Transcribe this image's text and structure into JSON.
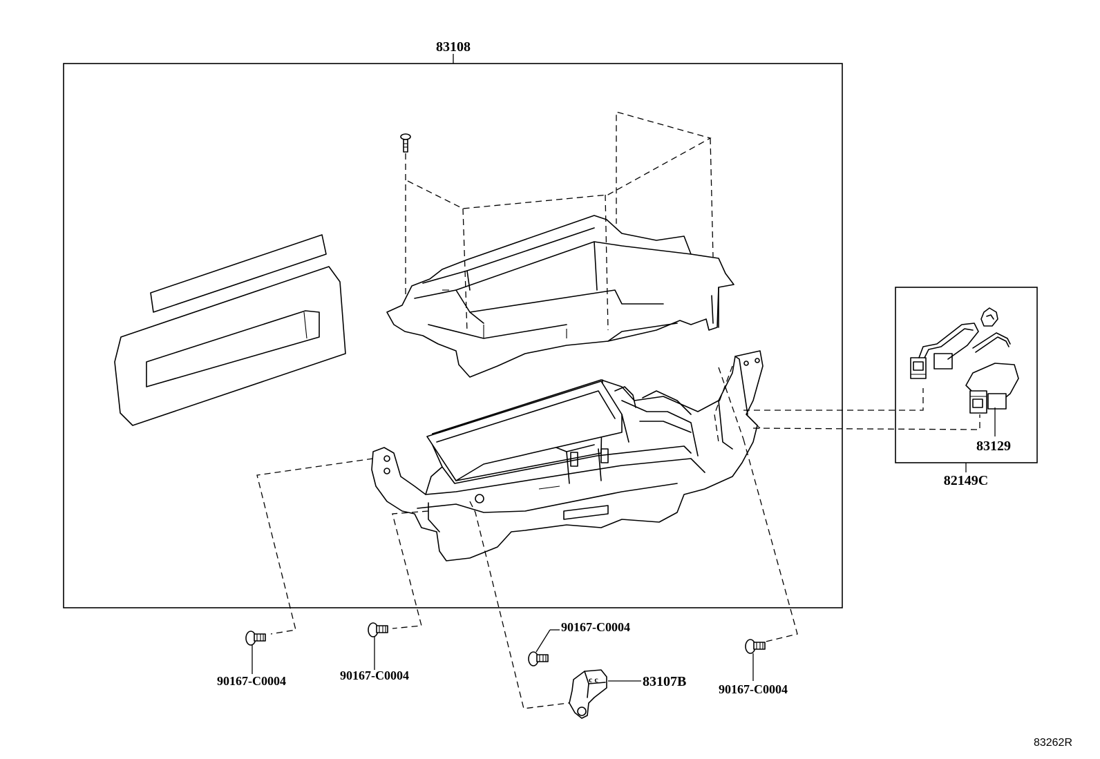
{
  "diagram": {
    "labels": {
      "assembly": "83108",
      "switch_harness_kit": "82149C",
      "connector_assy": "83129",
      "clamp": "83107B",
      "screw_left": "90167-C0004",
      "screw_mid_left": "90167-C0004",
      "screw_center": "90167-C0004",
      "screw_right": "90167-C0004",
      "diagram_ref": "83262R"
    }
  }
}
